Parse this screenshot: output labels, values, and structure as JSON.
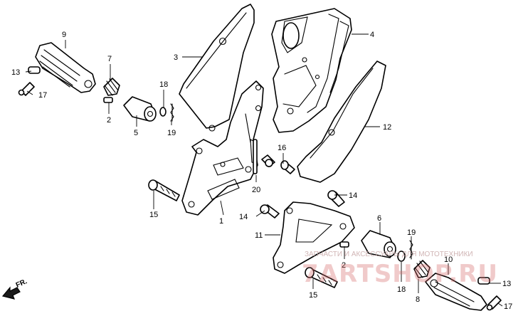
{
  "callouts": {
    "c1": "1",
    "c2a": "2",
    "c2b": "2",
    "c3": "3",
    "c4": "4",
    "c5": "5",
    "c6": "6",
    "c7": "7",
    "c8": "8",
    "c9": "9",
    "c10": "10",
    "c11": "11",
    "c12": "12",
    "c13a": "13",
    "c13b": "13",
    "c14a": "14",
    "c14b": "14",
    "c15a": "15",
    "c15b": "15",
    "c16": "16",
    "c17a": "17",
    "c17b": "17",
    "c18a": "18",
    "c18b": "18",
    "c19a": "19",
    "c19b": "19",
    "c20": "20"
  },
  "front_arrow": {
    "label": "FR."
  },
  "watermark": {
    "tagline": "ЗАПЧАСТИ И АКСЕССУАРЫ ДЛЯ МОТОТЕХНИКИ",
    "logo": "7ARTSHOP.RU"
  },
  "colors": {
    "line": "#000000",
    "watermark": "#d76a6a"
  }
}
